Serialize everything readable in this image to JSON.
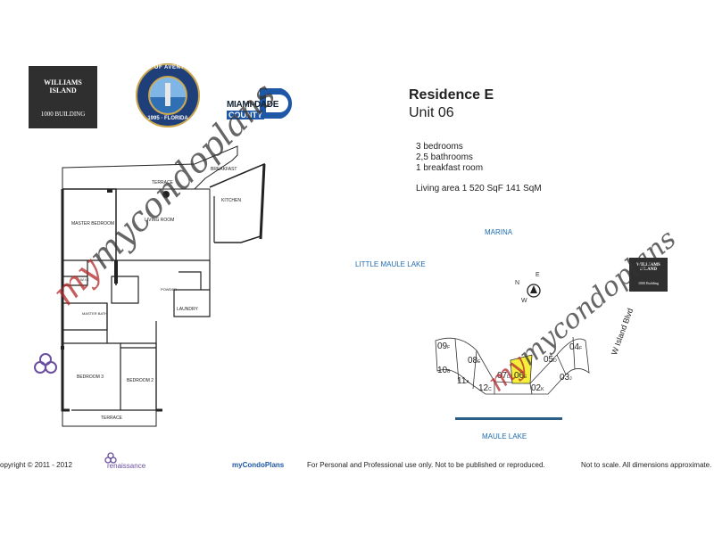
{
  "logos": {
    "williams_island": {
      "line1": "WILLIAMS",
      "line2": "ISLAND",
      "subtitle": "1000 BUILDING"
    },
    "aventura": {
      "top_text": "CITY OF AVENTURA",
      "bottom_text": "1995 · FLORIDA"
    },
    "miami_dade": {
      "line1": "MIAMI-DADE",
      "line2": "COUNTY"
    }
  },
  "residence": {
    "title": "Residence E",
    "unit": "Unit 06",
    "features": [
      "3 bedrooms",
      "2,5 bathrooms",
      "1 breakfast room"
    ],
    "area": "Living area 1 520 SqF  141 SqM"
  },
  "floor_plan": {
    "rooms": {
      "breakfast": "BREAKFAST",
      "terrace_top": "TERRACE",
      "kitchen": "KITCHEN",
      "master_bedroom": "MASTER BEDROOM",
      "living_room": "LIVING ROOM",
      "wic": "W.I.C",
      "powder": "POWDER",
      "laundry": "LAUNDRY",
      "master_bath": "MASTER BATH",
      "bedroom3": "BEDROOM 3",
      "bedroom2": "BEDROOM 2",
      "terrace_bottom": "TERRACE"
    }
  },
  "site_plan": {
    "marina": "MARINA",
    "little_maule_lake": "LITTLE MAULE LAKE",
    "maule_lake": "MAULE LAKE",
    "w_island_blvd": "W Island Blvd",
    "compass": {
      "n": "N",
      "e": "E",
      "w": "W"
    },
    "williams_small": {
      "line1": "WILLIAMS",
      "line2": "ISLAND",
      "subtitle": "1000 Building"
    },
    "units": [
      {
        "num": "09",
        "letter": "F"
      },
      {
        "num": "08",
        "letter": "E"
      },
      {
        "num": "10",
        "letter": "B"
      },
      {
        "num": "11",
        "letter": "A"
      },
      {
        "num": "12",
        "letter": "C"
      },
      {
        "num": "07",
        "letter": "D"
      },
      {
        "num": "06",
        "letter": "E"
      },
      {
        "num": "05",
        "letter": "D"
      },
      {
        "num": "04",
        "letter": "F"
      },
      {
        "num": "03",
        "letter": "J"
      },
      {
        "num": "02",
        "letter": "K"
      }
    ],
    "highlight_color": "#f5ee3a"
  },
  "watermark": "mycondoplans",
  "footer": {
    "copyright": "opyright © 2011 - 2012",
    "brand": "renaissance",
    "site": "myCondoPlans",
    "usage": "For Personal and Professional use only.  Not to be published or reproduced.",
    "scale": "Not to scale.  All dimensions approximate."
  }
}
